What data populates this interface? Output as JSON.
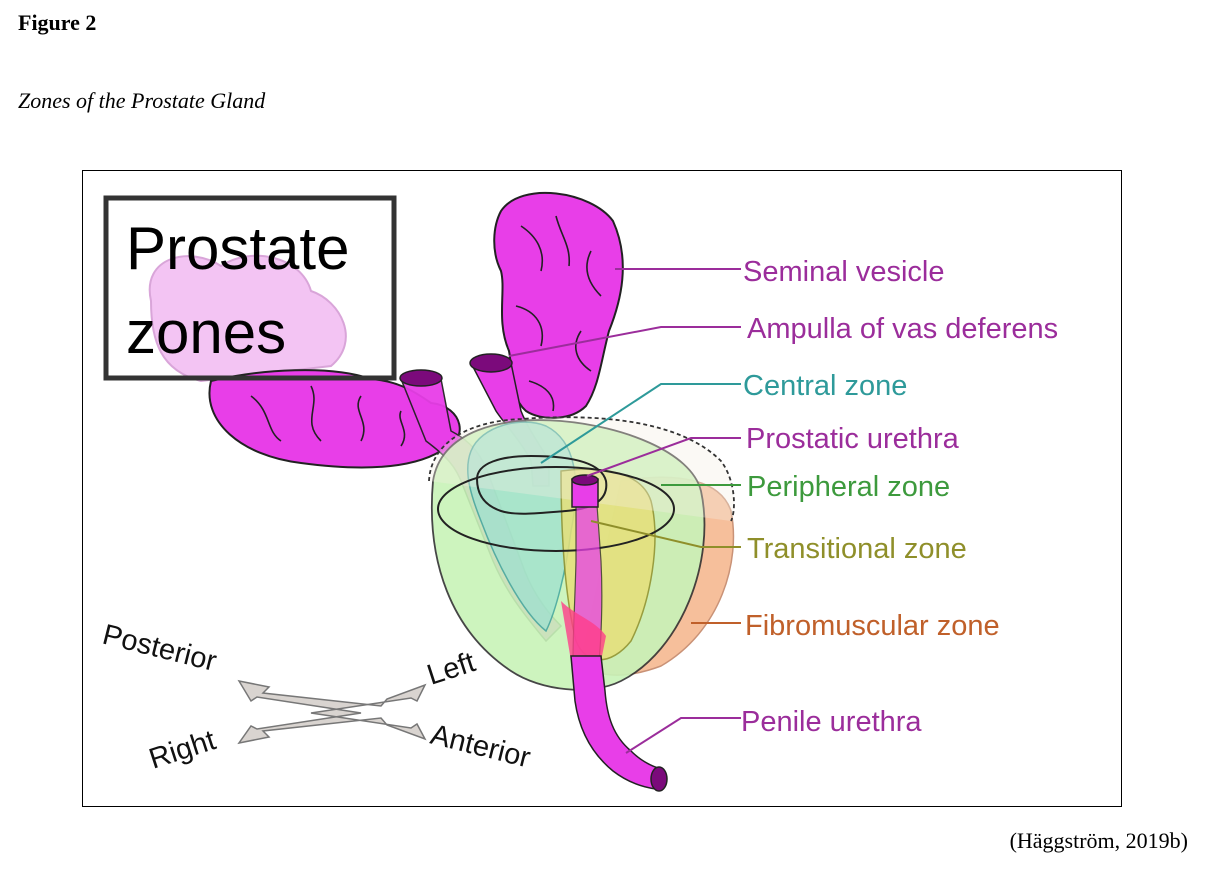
{
  "figure": {
    "label": "Figure 2",
    "title": "Zones of the Prostate Gland",
    "citation": "(Häggström, 2019b)"
  },
  "diagram": {
    "title_line1": "Prostate",
    "title_line2": "zones",
    "labels": {
      "seminal_vesicle": "Seminal vesicle",
      "ampulla": "Ampulla of vas deferens",
      "central_zone": "Central zone",
      "prostatic_urethra": "Prostatic urethra",
      "peripheral_zone": "Peripheral zone",
      "transitional_zone": "Transitional zone",
      "fibromuscular_zone": "Fibromuscular zone",
      "penile_urethra": "Penile urethra"
    },
    "directions": {
      "posterior": "Posterior",
      "left": "Left",
      "right": "Right",
      "anterior": "Anterior"
    },
    "colors": {
      "seminal_vesicle": "#9b2d9b",
      "ampulla": "#9b2d9b",
      "central_zone": "#2e9a9a",
      "prostatic_urethra": "#9b2d9b",
      "peripheral_zone": "#3d9a3d",
      "transitional_zone": "#8f8f2a",
      "fibromuscular_zone": "#c0602a",
      "penile_urethra": "#9b2d9b",
      "tube": "#e83ee8"
    }
  }
}
